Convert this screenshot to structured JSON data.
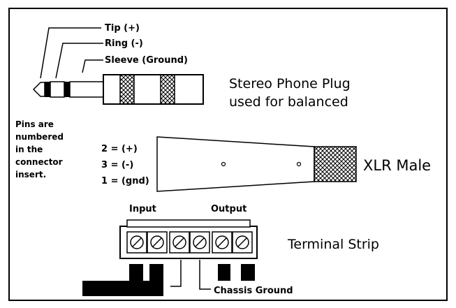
{
  "phone_plug": {
    "tip_label": "Tip (+)",
    "ring_label": "Ring (-)",
    "sleeve_label": "Sleeve (Ground)",
    "caption_line1": "Stereo Phone Plug",
    "caption_line2": "used for balanced"
  },
  "pin_note": {
    "lines": [
      "Pins are",
      "numbered",
      "in the",
      "connector",
      "insert."
    ]
  },
  "xlr": {
    "pins": [
      "2 = (+)",
      "3 = (-)",
      "1 = (gnd)"
    ],
    "label": "XLR Male"
  },
  "terminal_strip": {
    "input_label": "Input",
    "output_label": "Output",
    "label": "Terminal Strip",
    "ground_label": "Chassis Ground"
  },
  "colors": {
    "ink": "#000000",
    "background": "#ffffff"
  }
}
